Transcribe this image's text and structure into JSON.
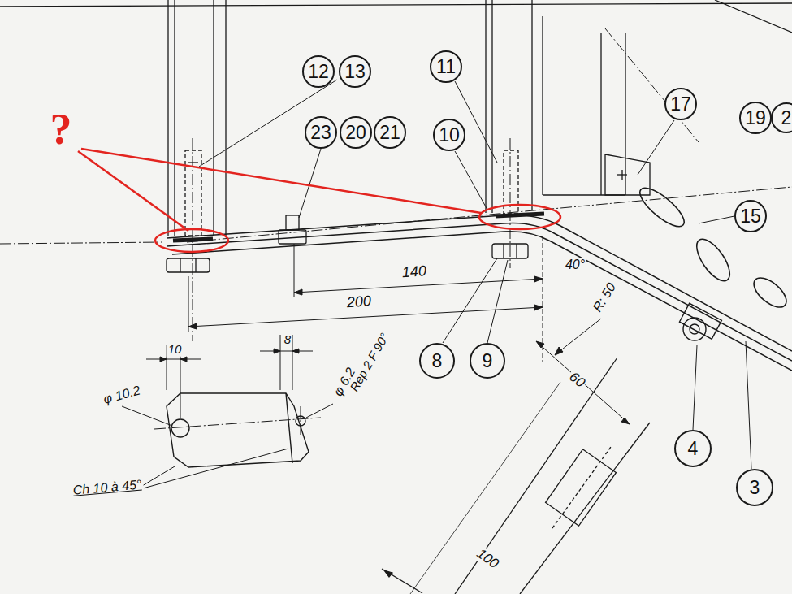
{
  "diagram": {
    "nodes": [
      {
        "text": [
          "12"
        ]
      },
      {
        "text": [
          "13"
        ]
      },
      {
        "text": [
          "11"
        ]
      },
      {
        "text": [
          "17"
        ]
      },
      {
        "text": [
          "19"
        ]
      },
      {
        "text": [
          "2"
        ]
      },
      {
        "text": [
          "23"
        ]
      },
      {
        "text": [
          "20"
        ]
      },
      {
        "text": [
          "21"
        ]
      },
      {
        "text": [
          "10"
        ]
      },
      {
        "text": [
          "15"
        ]
      },
      {
        "text": [
          "8"
        ]
      },
      {
        "text": [
          "9"
        ]
      },
      {
        "text": [
          "4"
        ]
      },
      {
        "text": [
          "3"
        ]
      }
    ],
    "edges": [],
    "labels": [
      "?",
      "140",
      "200",
      "40°",
      "R: 50",
      "60",
      "10",
      "8",
      "φ 10.2",
      "φ 6.2",
      "Rep 2 F 90°",
      "Ch 10 à 45°",
      "100"
    ]
  }
}
